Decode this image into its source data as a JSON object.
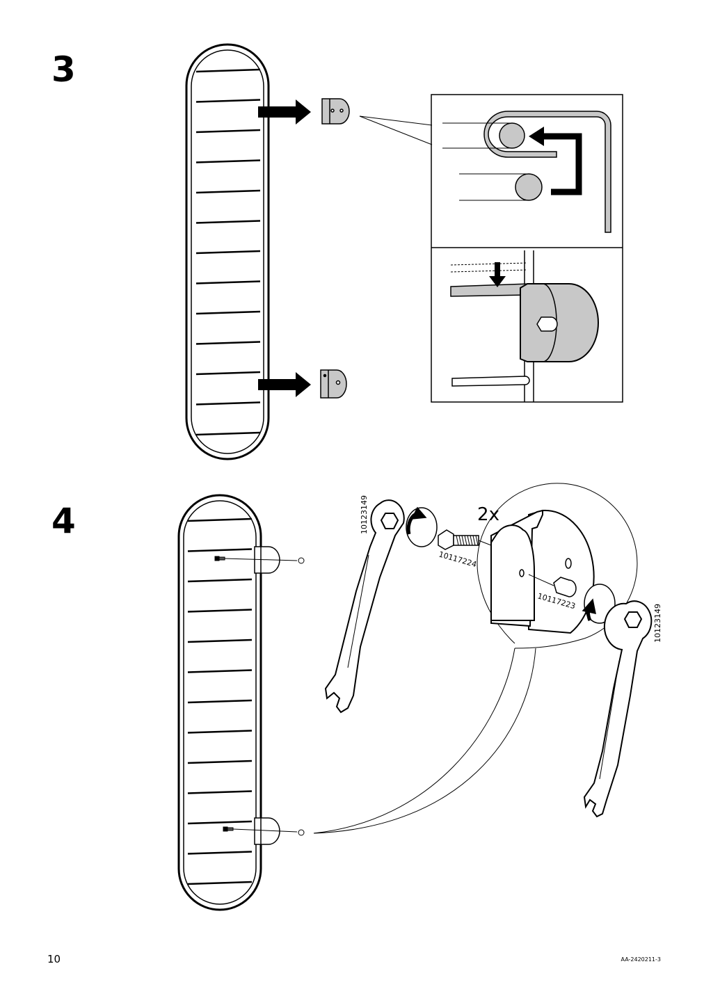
{
  "steps": [
    {
      "number": "3"
    },
    {
      "number": "4"
    }
  ],
  "step4": {
    "quantity": "2x",
    "wrench_part_left": "10123149",
    "wrench_part_right": "10123149",
    "bolt_part": "10117224",
    "nut_part": "10117223"
  },
  "footer": {
    "page_number": "10",
    "document_code": "AA-2420211-3"
  },
  "colors": {
    "part_gray": "#c8c8c8",
    "line": "#000000"
  },
  "icons": [
    "arrow-right-icon",
    "arrow-down-icon",
    "rotate-arrow-icon",
    "wrench-icon",
    "bolt-icon",
    "nut-icon",
    "bracket-icon",
    "rail-icon"
  ]
}
